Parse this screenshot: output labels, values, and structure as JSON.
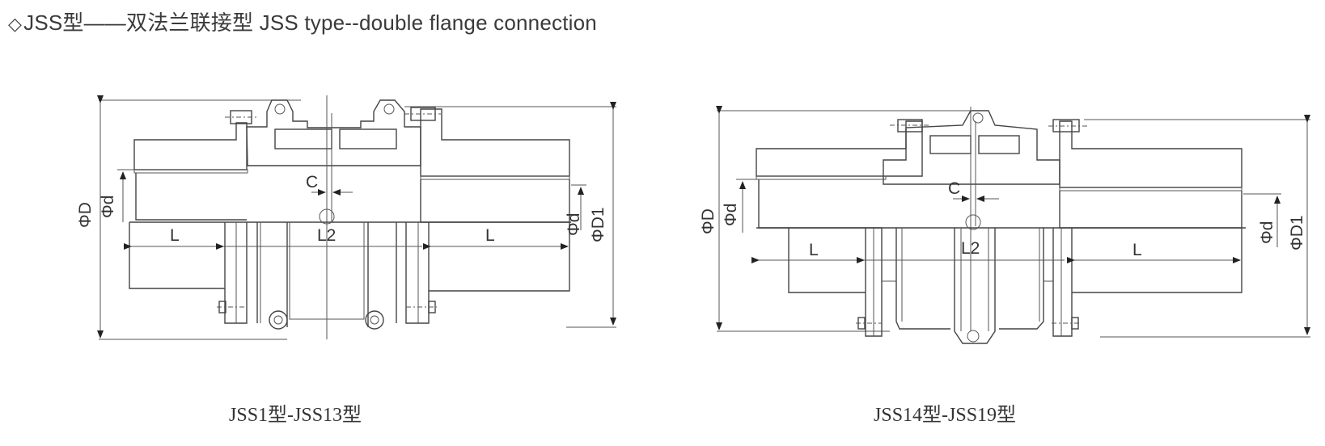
{
  "heading": {
    "diamond": "◇",
    "text": "JSS型——双法兰联接型  JSS type--double flange connection"
  },
  "figures": [
    {
      "caption": "JSS1型-JSS13型",
      "labels": {
        "outer_diameter": "ΦD",
        "bore_left": "Φd",
        "bore_right": "Φd",
        "flange_diameter": "ΦD1",
        "gap": "C",
        "hub_length_left": "L",
        "hub_length_right": "L",
        "sleeve_length": "L2"
      }
    },
    {
      "caption": "JSS14型-JSS19型",
      "labels": {
        "outer_diameter": "ΦD",
        "bore_left": "Φd",
        "bore_right": "Φd",
        "flange_diameter": "ΦD1",
        "gap": "C",
        "hub_length_left": "L",
        "hub_length_right": "L",
        "sleeve_length": "L2"
      }
    }
  ],
  "colors": {
    "line": "#444444",
    "text": "#333333",
    "background": "#ffffff"
  }
}
